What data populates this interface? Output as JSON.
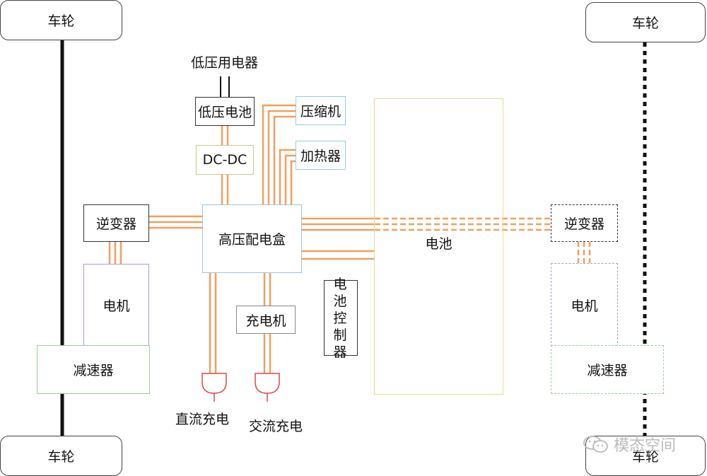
{
  "wheels": {
    "top_left": "车轮",
    "top_right": "车轮",
    "bottom_left": "车轮",
    "bottom_right": "车轮"
  },
  "components": {
    "low_voltage_load": "低压用电器",
    "low_voltage_battery": "低压电池",
    "dcdc": "DC-DC",
    "compressor": "压缩机",
    "heater": "加热器",
    "inverter_left": "逆变器",
    "hv_box": "高压配电盒",
    "motor_left": "电机",
    "reducer_left": "减速器",
    "charger": "充电机",
    "bms": "电池控制器",
    "battery": "电池",
    "inverter_right": "逆变器",
    "motor_right": "电机",
    "reducer_right": "减速器",
    "dc_charge": "直流充电",
    "ac_charge": "交流充电"
  },
  "watermark": {
    "text": "模态空间",
    "icon": "wechat-icon"
  },
  "colors": {
    "hv_wire": "#f0a060",
    "hv_box_border": "#9ec4dc",
    "battery_border": "#e8dc8a",
    "motor_border": "#b49ac8",
    "reducer_border": "#9ccc9c",
    "accessory_border": "#8fd0d8",
    "dcdc_border": "#c8c890"
  }
}
